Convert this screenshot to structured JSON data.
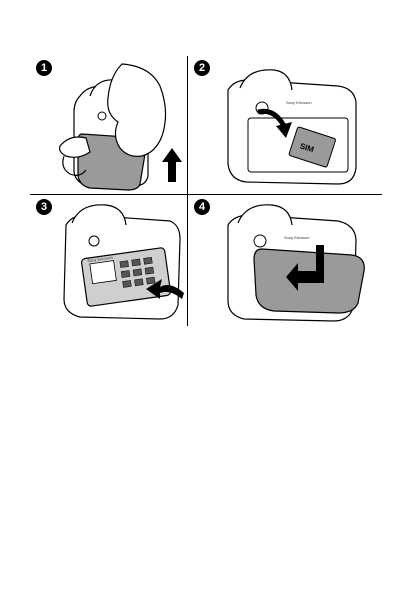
{
  "steps": [
    {
      "number": "1"
    },
    {
      "number": "2",
      "sim_label": "SIM",
      "brand": "Sony Ericsson"
    },
    {
      "number": "3",
      "brand": "Sony Ericsson"
    },
    {
      "number": "4",
      "brand": "Sony Ericsson"
    }
  ],
  "colors": {
    "ink": "#000000",
    "cover": "#9a9a9a",
    "cover_dark": "#777777",
    "paper": "#ffffff"
  }
}
